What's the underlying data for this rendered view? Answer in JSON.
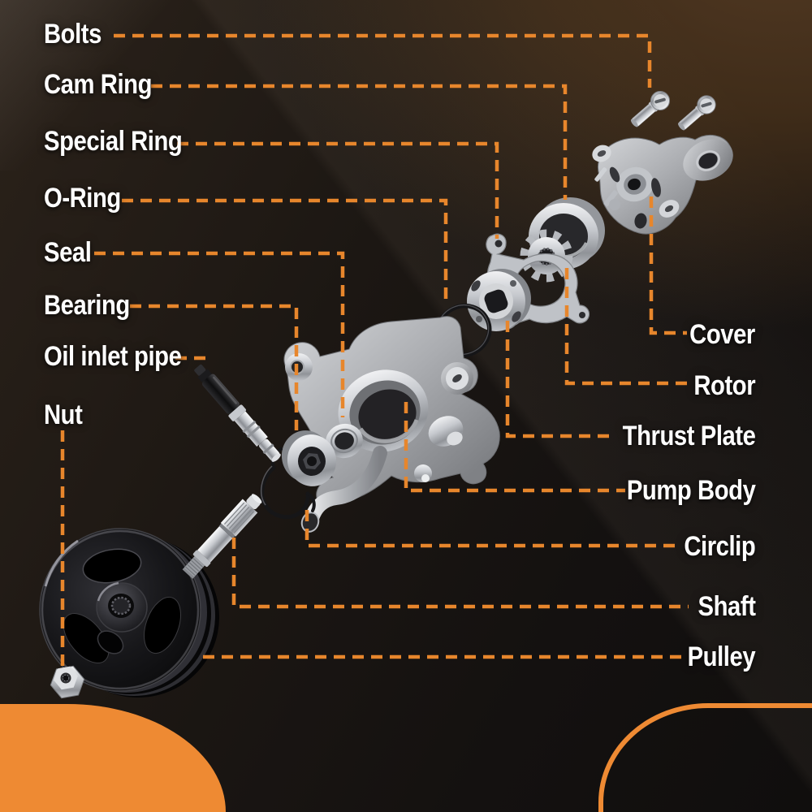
{
  "colors": {
    "accent_shape": "#EE8A33",
    "leader_line": "#E7862C",
    "label_text": "#FFFFFF",
    "background_top_right": "#3F2C19",
    "background_dark": "#131110"
  },
  "labels": {
    "left": [
      {
        "id": "bolts",
        "text": "Bolts"
      },
      {
        "id": "cam-ring",
        "text": "Cam Ring"
      },
      {
        "id": "special-ring",
        "text": "Special Ring"
      },
      {
        "id": "o-ring",
        "text": "O-Ring"
      },
      {
        "id": "seal",
        "text": "Seal"
      },
      {
        "id": "bearing",
        "text": "Bearing"
      },
      {
        "id": "oil-inlet-pipe",
        "text": "Oil inlet pipe"
      },
      {
        "id": "nut",
        "text": "Nut"
      }
    ],
    "right": [
      {
        "id": "cover",
        "text": "Cover"
      },
      {
        "id": "rotor",
        "text": "Rotor"
      },
      {
        "id": "thrust-plate",
        "text": "Thrust Plate"
      },
      {
        "id": "pump-body",
        "text": "Pump Body"
      },
      {
        "id": "circlip",
        "text": "Circlip"
      },
      {
        "id": "shaft",
        "text": "Shaft"
      },
      {
        "id": "pulley",
        "text": "Pulley"
      }
    ]
  }
}
